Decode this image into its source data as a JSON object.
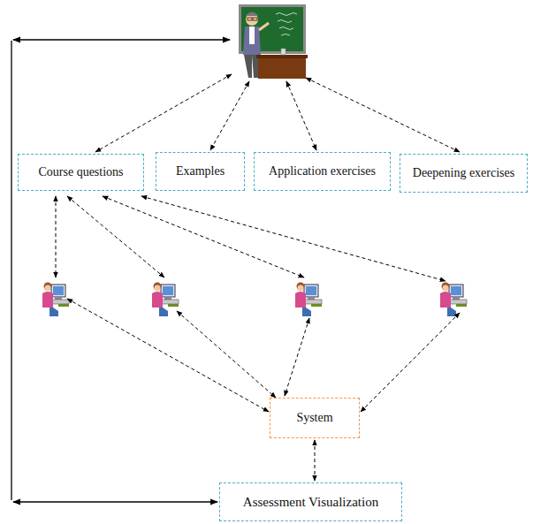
{
  "diagram": {
    "nodes": [
      {
        "text": [
          "Course questions"
        ]
      },
      {
        "text": [
          "Examples"
        ]
      },
      {
        "text": [
          "Application exercises"
        ]
      },
      {
        "text": [
          "Deepening exercises"
        ]
      },
      {
        "text": [
          "System"
        ]
      },
      {
        "text": [
          "Assessment Visualization"
        ]
      }
    ],
    "edges": [
      {
        "from": 4,
        "to": 5,
        "arrow": "both"
      }
    ]
  }
}
